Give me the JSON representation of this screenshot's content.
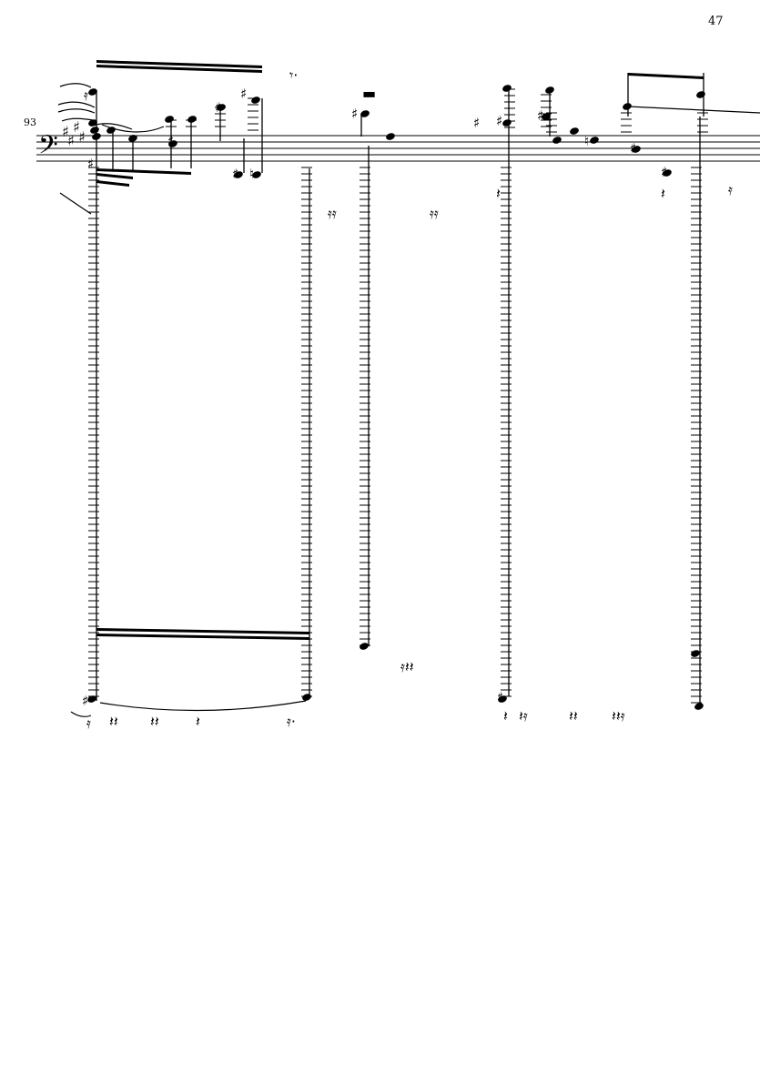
{
  "page": {
    "number": "47"
  },
  "system": {
    "measure_number": "93",
    "clef": "bass",
    "key_signature_sharps": 4
  },
  "colors": {
    "ink": "#000000",
    "paper": "#ffffff"
  }
}
